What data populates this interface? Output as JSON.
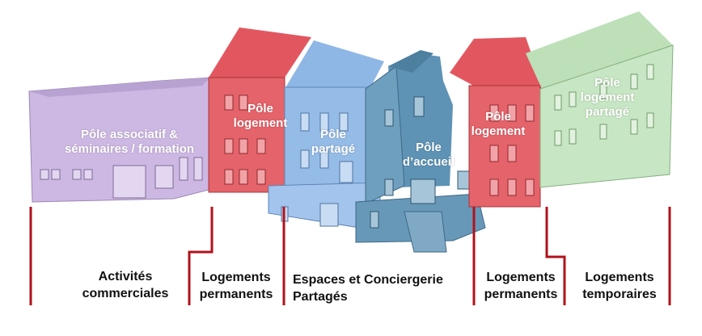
{
  "poles": {
    "associatif": "Pôle associatif &\nséminaires / formation",
    "logement_1": "Pôle\nlogement",
    "partage": "Pôle\npartagé",
    "accueil": "Pôle\nd’accueil",
    "logement_2": "Pôle\nlogement",
    "logement_partage": "Pôle\nlogement\npartagé"
  },
  "zones": {
    "activites": "Activités\ncommerciales",
    "logements_permanents_1": "Logements\npermanents",
    "espaces": "Espaces et Conciergerie\nPartagés",
    "logements_permanents_2": "Logements\npermanents",
    "logements_temporaires": "Logements\ntemporaires"
  },
  "colors": {
    "purple": "#c9b3e0",
    "red": "#e0555e",
    "blue": "#8bb3e4",
    "teal": "#5c8fb1",
    "green": "#bfe0bb",
    "divider": "#b0121b"
  }
}
